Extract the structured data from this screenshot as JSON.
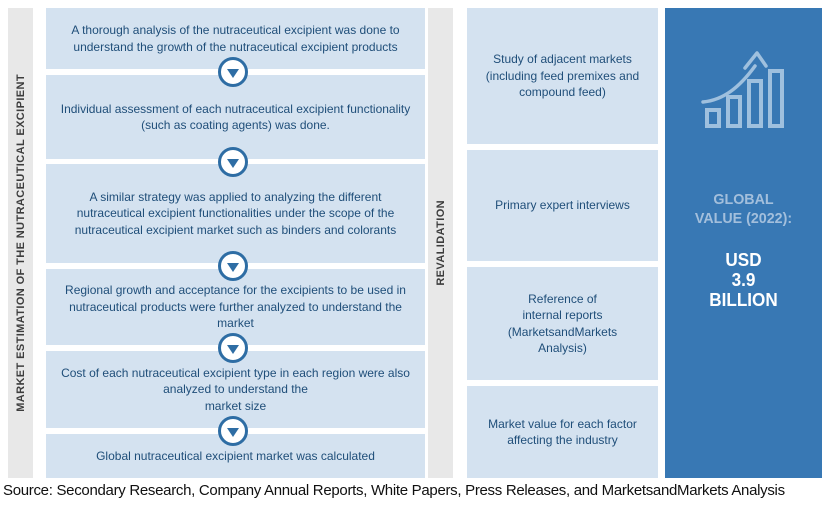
{
  "left_strip": {
    "label": "MARKET ESTIMATION OF THE NUTRACEUTICAL EXCIPIENT"
  },
  "process_steps": [
    {
      "text": "A thorough analysis of the nutraceutical excipient was done to understand the growth of the nutraceutical excipient products"
    },
    {
      "text": "Individual assessment of each nutraceutical excipient functionality (such as coating agents) was done."
    },
    {
      "text": "A similar strategy was applied to analyzing the different nutraceutical excipient functionalities under the scope of the nutraceutical excipient market such as binders and colorants"
    },
    {
      "text": "Regional growth and acceptance for the excipients to be used in nutraceutical products were further analyzed to understand the market"
    },
    {
      "text": "Cost of each nutraceutical excipient type in each region were also analyzed to understand the\nmarket size"
    },
    {
      "text": "Global nutraceutical excipient market was calculated"
    }
  ],
  "revalidation_strip": {
    "label": "REVALIDATION"
  },
  "revalidation_items": [
    {
      "text": "Study of adjacent markets (including feed premixes and compound feed)"
    },
    {
      "text": "Primary expert interviews"
    },
    {
      "text": "Reference of\ninternal reports\n(MarketsandMarkets\nAnalysis)"
    },
    {
      "text": "Market value for each factor affecting the industry"
    }
  ],
  "value_box": {
    "icon": "growth-chart-icon",
    "label_line1": "GLOBAL",
    "label_line2": "VALUE (2022):",
    "value_line1": "USD",
    "value_line2": "3.9",
    "value_line3": "BILLION"
  },
  "source": "Source: Secondary Research, Company Annual Reports, White Papers, Press Releases, and MarketsandMarkets Analysis",
  "colors": {
    "box_fill": "#d4e2f0",
    "box_text": "#1f4e79",
    "strip_fill": "#e8e8e8",
    "strip_text": "#3d3d3d",
    "arrow_blue": "#2e6da4",
    "value_box_fill": "#3878b4",
    "value_label": "#a3bfdc",
    "value_text": "#ffffff",
    "icon_stroke": "#9fc0de"
  }
}
